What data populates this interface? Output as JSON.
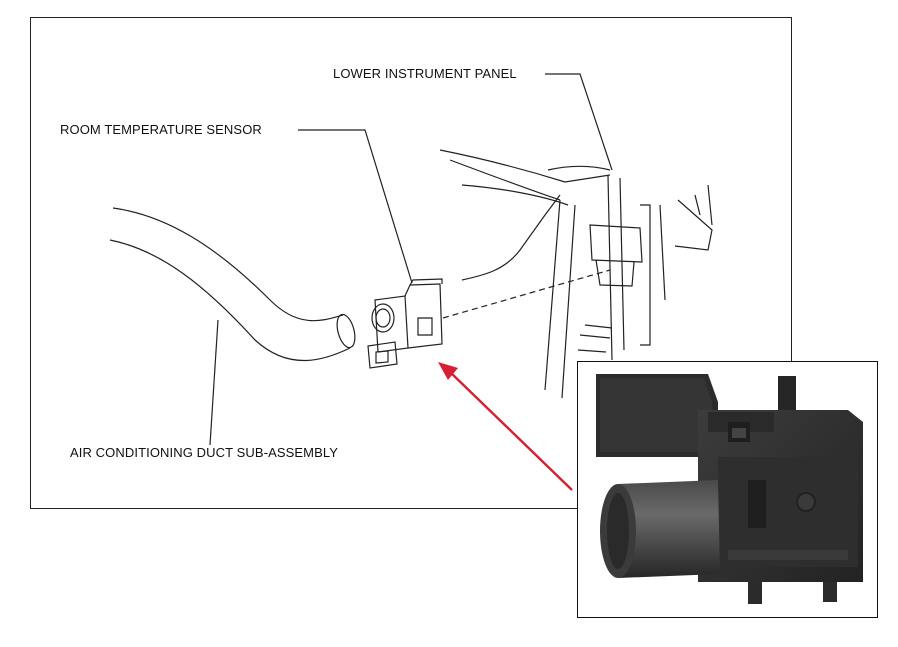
{
  "labels": {
    "lower_instrument_panel": "LOWER INSTRUMENT PANEL",
    "room_temperature_sensor": "ROOM TEMPERATURE SENSOR",
    "air_conditioning_duct": "AIR CONDITIONING DUCT SUB-ASSEMBLY"
  },
  "colors": {
    "line": "#222222",
    "arrow": "#d42030",
    "part_dark": "#2a2a2a",
    "part_mid": "#3d3d3d",
    "part_light": "#555555"
  }
}
